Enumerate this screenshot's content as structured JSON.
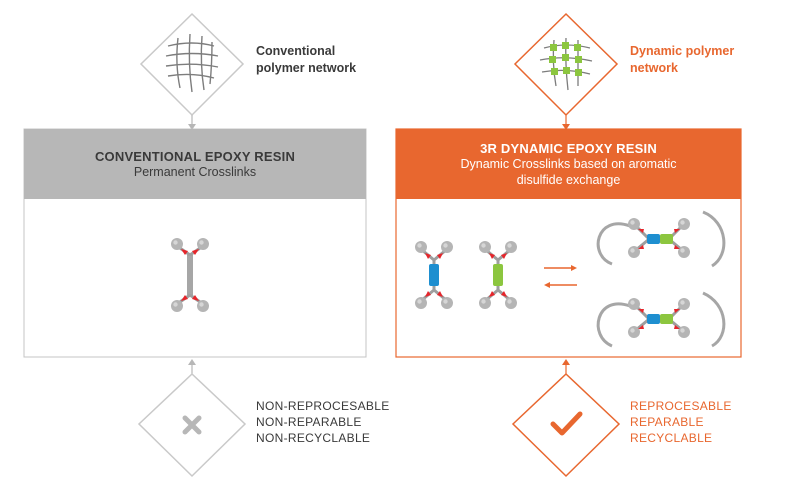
{
  "colors": {
    "gray": "#b7b7b7",
    "gray_dark": "#a6a6a6",
    "orange": "#e8672f",
    "text_dark": "#3a3a3a",
    "blue": "#1e8fd0",
    "green": "#8cc63f",
    "red": "#e6252b"
  },
  "left": {
    "network_label_line1": "Conventional",
    "network_label_line2": "polymer network",
    "header_title": "CONVENTIONAL EPOXY RESIN",
    "header_subtitle": "Permanent Crosslinks",
    "properties": [
      "NON-REPROCESABLE",
      "NON-REPARABLE",
      "NON-RECYCLABLE"
    ],
    "status_icon": "x-icon"
  },
  "right": {
    "network_label_line1": "Dynamic polymer",
    "network_label_line2": "network",
    "header_title": "3R DYNAMIC EPOXY RESIN",
    "header_subtitle_line1": "Dynamic Crosslinks based on aromatic",
    "header_subtitle_line2": "disulfide exchange",
    "properties": [
      "REPROCESABLE",
      "REPARABLE",
      "RECYCLABLE"
    ],
    "status_icon": "check-icon"
  }
}
